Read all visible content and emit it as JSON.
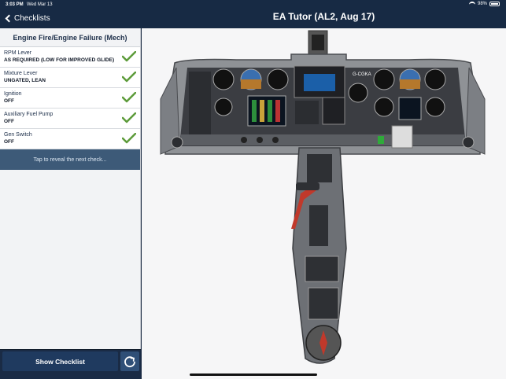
{
  "status": {
    "time": "3:03 PM",
    "date": "Wed Mar 13",
    "battery": "98%"
  },
  "nav": {
    "back_label": "Checklists",
    "title": "EA Tutor (AL2, Aug 17)"
  },
  "checklist": {
    "title": "Engine Fire/Engine Failure (Mech)",
    "items": [
      {
        "label": "RPM Lever",
        "value": "AS REQUIRED (LOW FOR IMPROVED GLIDE)"
      },
      {
        "label": "Mixture Lever",
        "value": "UNGATED, LEAN"
      },
      {
        "label": "Ignition",
        "value": "OFF"
      },
      {
        "label": "Auxiliary Fuel Pump",
        "value": "OFF"
      },
      {
        "label": "Gen Switch",
        "value": "OFF"
      }
    ],
    "reveal_text": "Tap to reveal the next check..."
  },
  "footer": {
    "show_checklist_label": "Show Checklist"
  },
  "panel": {
    "registration": "G-CGKA"
  },
  "colors": {
    "nav_bg": "#172a44",
    "check_green": "#5d9b3a",
    "accent": "#3d5a78"
  }
}
